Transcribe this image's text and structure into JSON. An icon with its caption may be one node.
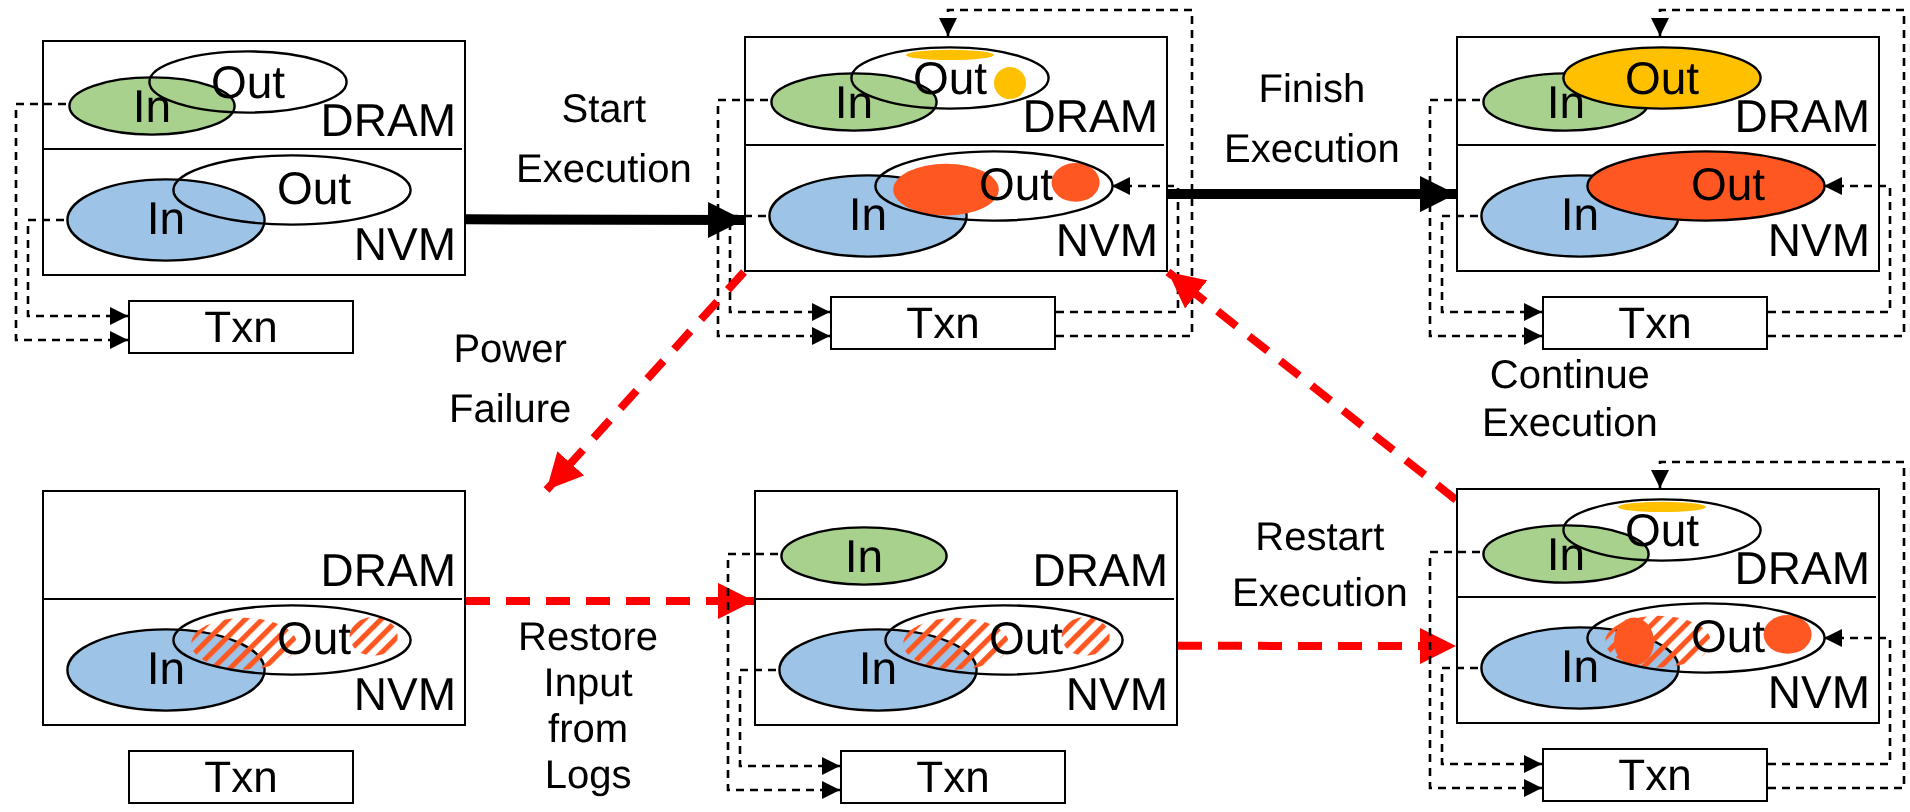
{
  "diagram": {
    "nodes": [
      {
        "text": [],
        "shape": "box"
      },
      {
        "text": [
          "DRAM"
        ],
        "in": 0
      },
      {
        "text": [
          "In"
        ],
        "in": 1
      },
      {
        "text": [
          "Out"
        ],
        "in": 1
      },
      {
        "text": [
          "NVM"
        ],
        "in": 0
      },
      {
        "text": [
          "In"
        ],
        "in": 4
      },
      {
        "text": [
          "Out"
        ],
        "in": 4
      },
      {
        "text": [
          "Txn"
        ]
      },
      {
        "text": [],
        "shape": "box"
      },
      {
        "text": [
          "DRAM"
        ],
        "in": 8
      },
      {
        "text": [
          "In"
        ],
        "in": 9
      },
      {
        "text": [
          "Out"
        ],
        "in": 9
      },
      {
        "text": [
          "NVM"
        ],
        "in": 8
      },
      {
        "text": [
          "In"
        ],
        "in": 12
      },
      {
        "text": [
          "Out"
        ],
        "in": 12
      },
      {
        "text": [
          "Txn"
        ]
      },
      {
        "text": [],
        "shape": "box"
      },
      {
        "text": [
          "DRAM"
        ],
        "in": 16
      },
      {
        "text": [
          "In"
        ],
        "in": 17
      },
      {
        "text": [
          "Out"
        ],
        "in": 17
      },
      {
        "text": [
          "NVM"
        ],
        "in": 16
      },
      {
        "text": [
          "In"
        ],
        "in": 20
      },
      {
        "text": [
          "Out"
        ],
        "in": 20
      },
      {
        "text": [
          "Txn"
        ]
      },
      {
        "text": [],
        "shape": "box"
      },
      {
        "text": [
          "DRAM"
        ],
        "in": 24
      },
      {
        "text": [
          "NVM"
        ],
        "in": 24
      },
      {
        "text": [
          "In"
        ],
        "in": 26
      },
      {
        "text": [
          "Out"
        ],
        "in": 26
      },
      {
        "text": [
          "Txn"
        ]
      },
      {
        "text": [],
        "shape": "box"
      },
      {
        "text": [
          "DRAM"
        ],
        "in": 30
      },
      {
        "text": [
          "In"
        ],
        "in": 31
      },
      {
        "text": [
          "NVM"
        ],
        "in": 30
      },
      {
        "text": [
          "In"
        ],
        "in": 33
      },
      {
        "text": [
          "Out"
        ],
        "in": 33
      },
      {
        "text": [
          "Txn"
        ]
      },
      {
        "text": [],
        "shape": "box"
      },
      {
        "text": [
          "DRAM"
        ],
        "in": 37
      },
      {
        "text": [
          "In"
        ],
        "in": 38
      },
      {
        "text": [
          "Out"
        ],
        "in": 38
      },
      {
        "text": [
          "NVM"
        ],
        "in": 37
      },
      {
        "text": [
          "In"
        ],
        "in": 41
      },
      {
        "text": [
          "Out"
        ],
        "in": 41
      },
      {
        "text": [
          "Txn"
        ]
      }
    ],
    "edges": [
      {
        "from": 2,
        "to": 7,
        "arrow": "to",
        "style": "dashed"
      },
      {
        "from": 5,
        "to": 7,
        "arrow": "to",
        "style": "dashed"
      },
      {
        "from": 0,
        "to": 8,
        "arrow": "to",
        "label": "Start Execution",
        "style": "thick"
      },
      {
        "from": 10,
        "to": 15,
        "arrow": "to",
        "style": "dashed"
      },
      {
        "from": 13,
        "to": 15,
        "arrow": "to",
        "style": "dashed"
      },
      {
        "from": 15,
        "to": 14,
        "arrow": "to",
        "style": "dashed"
      },
      {
        "from": 15,
        "to": 9,
        "arrow": "to",
        "style": "dashed"
      },
      {
        "from": 8,
        "to": 16,
        "arrow": "to",
        "label": "Finish Execution",
        "style": "thick"
      },
      {
        "from": 18,
        "to": 23,
        "arrow": "to",
        "style": "dashed"
      },
      {
        "from": 21,
        "to": 23,
        "arrow": "to",
        "style": "dashed"
      },
      {
        "from": 23,
        "to": 22,
        "arrow": "to",
        "style": "dashed"
      },
      {
        "from": 23,
        "to": 17,
        "arrow": "to",
        "style": "dashed"
      },
      {
        "from": 8,
        "to": 24,
        "arrow": "to",
        "label": "Power Failure",
        "style": "dashed",
        "color": "#ff0000"
      },
      {
        "from": 37,
        "to": 8,
        "arrow": "to",
        "label": "Continue Execution",
        "style": "dashed",
        "color": "#ff0000"
      },
      {
        "from": 24,
        "to": 30,
        "arrow": "to",
        "label": "Restore Input from Logs",
        "style": "dashed",
        "color": "#ff0000"
      },
      {
        "from": 32,
        "to": 36,
        "arrow": "to",
        "style": "dashed"
      },
      {
        "from": 34,
        "to": 36,
        "arrow": "to",
        "style": "dashed"
      },
      {
        "from": 30,
        "to": 37,
        "arrow": "to",
        "label": "Restart Execution",
        "style": "dashed",
        "color": "#ff0000"
      },
      {
        "from": 39,
        "to": 44,
        "arrow": "to",
        "style": "dashed"
      },
      {
        "from": 42,
        "to": 44,
        "arrow": "to",
        "style": "dashed"
      },
      {
        "from": 44,
        "to": 43,
        "arrow": "to",
        "style": "dashed"
      },
      {
        "from": 44,
        "to": 38,
        "arrow": "to",
        "style": "dashed"
      }
    ]
  }
}
